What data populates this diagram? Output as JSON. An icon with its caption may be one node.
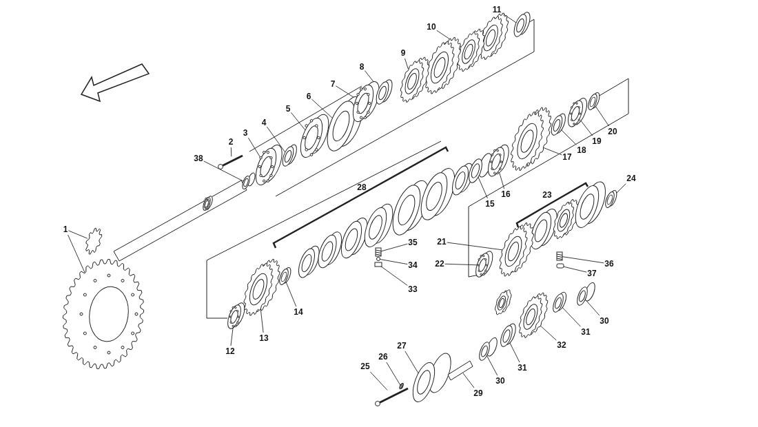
{
  "diagram": {
    "nodes": [
      {
        "text": [
          "1"
        ]
      },
      {
        "text": [
          "2"
        ]
      },
      {
        "text": [
          "3"
        ]
      },
      {
        "text": [
          "4"
        ]
      },
      {
        "text": [
          "5"
        ]
      },
      {
        "text": [
          "6"
        ]
      },
      {
        "text": [
          "7"
        ]
      },
      {
        "text": [
          "8"
        ]
      },
      {
        "text": [
          "9"
        ]
      },
      {
        "text": [
          "10"
        ]
      },
      {
        "text": [
          "11"
        ]
      },
      {
        "text": [
          "12"
        ]
      },
      {
        "text": [
          "13"
        ]
      },
      {
        "text": [
          "14"
        ]
      },
      {
        "text": [
          "15"
        ]
      },
      {
        "text": [
          "16"
        ]
      },
      {
        "text": [
          "17"
        ]
      },
      {
        "text": [
          "18"
        ]
      },
      {
        "text": [
          "19"
        ]
      },
      {
        "text": [
          "20"
        ]
      },
      {
        "text": [
          "21"
        ]
      },
      {
        "text": [
          "22"
        ]
      },
      {
        "text": [
          "23"
        ]
      },
      {
        "text": [
          "24"
        ]
      },
      {
        "text": [
          "25"
        ]
      },
      {
        "text": [
          "26"
        ]
      },
      {
        "text": [
          "27"
        ]
      },
      {
        "text": [
          "28"
        ]
      },
      {
        "text": [
          "29"
        ]
      },
      {
        "text": [
          "30"
        ]
      },
      {
        "text": [
          "30"
        ]
      },
      {
        "text": [
          "31"
        ]
      },
      {
        "text": [
          "31"
        ]
      },
      {
        "text": [
          "32"
        ]
      },
      {
        "text": [
          "33"
        ]
      },
      {
        "text": [
          "34"
        ]
      },
      {
        "text": [
          "35"
        ]
      },
      {
        "text": [
          "36"
        ]
      },
      {
        "text": [
          "37"
        ]
      },
      {
        "text": [
          "38"
        ]
      },
      {
        "text": [],
        "shape": "picture"
      },
      {
        "text": [],
        "shape": "picture"
      },
      {
        "text": [],
        "shape": "picture"
      },
      {
        "text": [],
        "shape": "picture"
      },
      {
        "text": [],
        "shape": "picture"
      },
      {
        "text": [],
        "shape": "picture"
      },
      {
        "text": [],
        "shape": "picture"
      },
      {
        "text": [],
        "shape": "picture"
      },
      {
        "text": [],
        "shape": "picture"
      },
      {
        "text": [],
        "shape": "picture"
      },
      {
        "text": [],
        "shape": "picture"
      },
      {
        "text": [],
        "shape": "picture"
      },
      {
        "text": [],
        "shape": "picture"
      },
      {
        "text": [],
        "shape": "picture"
      },
      {
        "text": [],
        "shape": "picture"
      },
      {
        "text": [],
        "shape": "picture"
      },
      {
        "text": [],
        "shape": "picture"
      },
      {
        "text": [],
        "shape": "picture"
      },
      {
        "text": [],
        "shape": "picture"
      },
      {
        "text": [],
        "shape": "picture"
      },
      {
        "text": [],
        "shape": "picture"
      },
      {
        "text": [],
        "shape": "picture"
      },
      {
        "text": [],
        "shape": "picture"
      },
      {
        "text": [],
        "shape": "picture"
      },
      {
        "text": [],
        "shape": "picture"
      },
      {
        "text": [],
        "shape": "picture"
      },
      {
        "text": [],
        "shape": "picture"
      },
      {
        "text": [],
        "shape": "picture"
      },
      {
        "text": [],
        "shape": "picture"
      },
      {
        "text": [],
        "shape": "picture"
      },
      {
        "text": [],
        "shape": "picture"
      },
      {
        "text": [],
        "shape": "picture"
      },
      {
        "text": [],
        "shape": "picture"
      },
      {
        "text": [],
        "shape": "box"
      },
      {
        "text": [],
        "shape": "circle"
      },
      {
        "text": [],
        "shape": "picture"
      },
      {
        "text": [],
        "shape": "picture"
      },
      {
        "text": [],
        "shape": "box"
      },
      {
        "text": [],
        "shape": "picture"
      }
    ],
    "edges": [
      {
        "from": 0,
        "to": 40,
        "arrow": "none"
      },
      {
        "from": 0,
        "to": 41,
        "arrow": "none"
      },
      {
        "from": 1,
        "to": 42,
        "arrow": "none"
      },
      {
        "from": 2,
        "to": 43,
        "arrow": "none"
      },
      {
        "from": 3,
        "to": 44,
        "arrow": "none"
      },
      {
        "from": 4,
        "to": 45,
        "arrow": "none"
      },
      {
        "from": 5,
        "to": 46,
        "arrow": "none"
      },
      {
        "from": 6,
        "to": 47,
        "arrow": "none"
      },
      {
        "from": 7,
        "to": 48,
        "arrow": "none"
      },
      {
        "from": 8,
        "to": 49,
        "arrow": "none"
      },
      {
        "from": 9,
        "to": 50,
        "arrow": "none"
      },
      {
        "from": 10,
        "to": 51,
        "arrow": "none"
      },
      {
        "from": 11,
        "to": 52,
        "arrow": "none"
      },
      {
        "from": 12,
        "to": 53,
        "arrow": "none"
      },
      {
        "from": 13,
        "to": 54,
        "arrow": "none"
      },
      {
        "from": 14,
        "to": 55,
        "arrow": "none"
      },
      {
        "from": 15,
        "to": 56,
        "arrow": "none"
      },
      {
        "from": 16,
        "to": 57,
        "arrow": "none"
      },
      {
        "from": 17,
        "to": 58,
        "arrow": "none"
      },
      {
        "from": 18,
        "to": 59,
        "arrow": "none"
      },
      {
        "from": 19,
        "to": 60,
        "arrow": "none"
      },
      {
        "from": 20,
        "to": 61,
        "arrow": "none"
      },
      {
        "from": 21,
        "to": 62,
        "arrow": "none"
      },
      {
        "from": 23,
        "to": 63,
        "arrow": "none"
      },
      {
        "from": 24,
        "to": 64,
        "arrow": "none"
      },
      {
        "from": 25,
        "to": 65,
        "arrow": "none"
      },
      {
        "from": 26,
        "to": 66,
        "arrow": "none"
      },
      {
        "from": 28,
        "to": 67,
        "arrow": "none"
      },
      {
        "from": 29,
        "to": 68,
        "arrow": "none"
      },
      {
        "from": 30,
        "to": 69,
        "arrow": "none"
      },
      {
        "from": 31,
        "to": 70,
        "arrow": "none"
      },
      {
        "from": 32,
        "to": 71,
        "arrow": "none"
      },
      {
        "from": 33,
        "to": 72,
        "arrow": "none"
      },
      {
        "from": 34,
        "to": 73,
        "arrow": "none"
      },
      {
        "from": 35,
        "to": 74,
        "arrow": "none"
      },
      {
        "from": 36,
        "to": 75,
        "arrow": "none"
      },
      {
        "from": 37,
        "to": 76,
        "arrow": "none"
      },
      {
        "from": 38,
        "to": 77,
        "arrow": "none"
      },
      {
        "from": 39,
        "to": 78,
        "arrow": "none"
      }
    ]
  }
}
